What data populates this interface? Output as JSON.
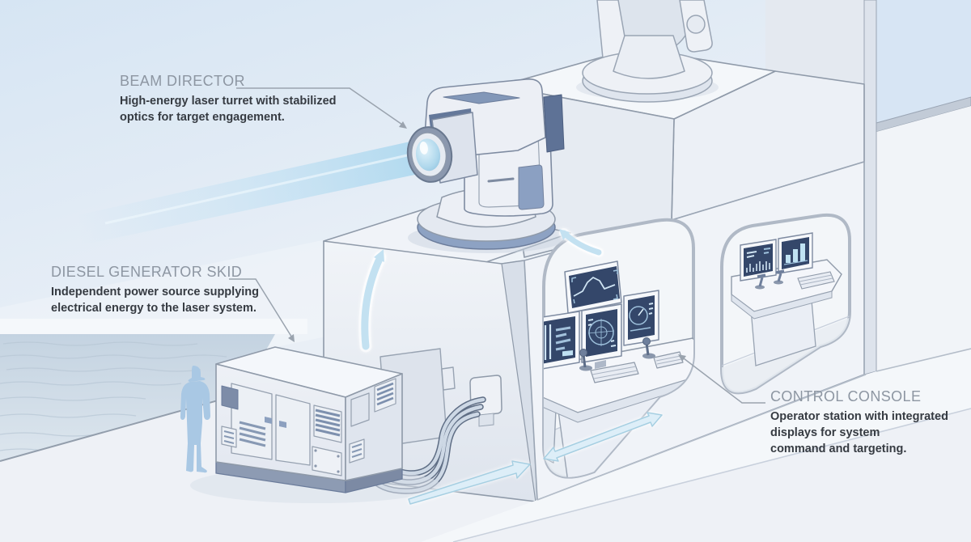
{
  "figure": {
    "type": "isometric-cutaway-diagram",
    "subject": "Shipboard high-energy laser weapon system"
  },
  "callouts": {
    "beam_director": {
      "title": "BEAM DIRECTOR",
      "description": "High-energy laser turret with stabilized\noptics for target engagement."
    },
    "diesel_generator": {
      "title": "DIESEL GENERATOR SKID",
      "description": "Independent power source supplying\nelectrical energy to the laser system."
    },
    "control_console": {
      "title": "CONTROL CONSOLE",
      "description": "Operator station with integrated\ndisplays for system\ncommand and targeting."
    }
  },
  "scene": {
    "components": [
      "beam-director-turret",
      "laser-beam",
      "radar-gimbal-mount",
      "diesel-generator-skid",
      "power-cables",
      "junction-box",
      "crew-figure",
      "control-console-primary",
      "control-console-secondary",
      "cutaway-compartments",
      "ship-deck",
      "superstructure",
      "sea",
      "power-flow-arrows"
    ]
  },
  "colors": {
    "sky": "#d8e6f3",
    "sea": "#c9d7e3",
    "deck": "#eef1f6",
    "structure_light": "#f2f5f9",
    "structure_shade": "#dde3ec",
    "outline": "#8f9aa9",
    "accent_slate": "#8ca1c2",
    "screen_navy": "#34476a",
    "screen_ui": "#a9c6de",
    "arrow_blue": "#bcdcee",
    "figure_blue": "#a9c8e4",
    "label_title": "#8d96a2",
    "label_text": "#363b42",
    "leader_line": "#9aa3ae"
  }
}
